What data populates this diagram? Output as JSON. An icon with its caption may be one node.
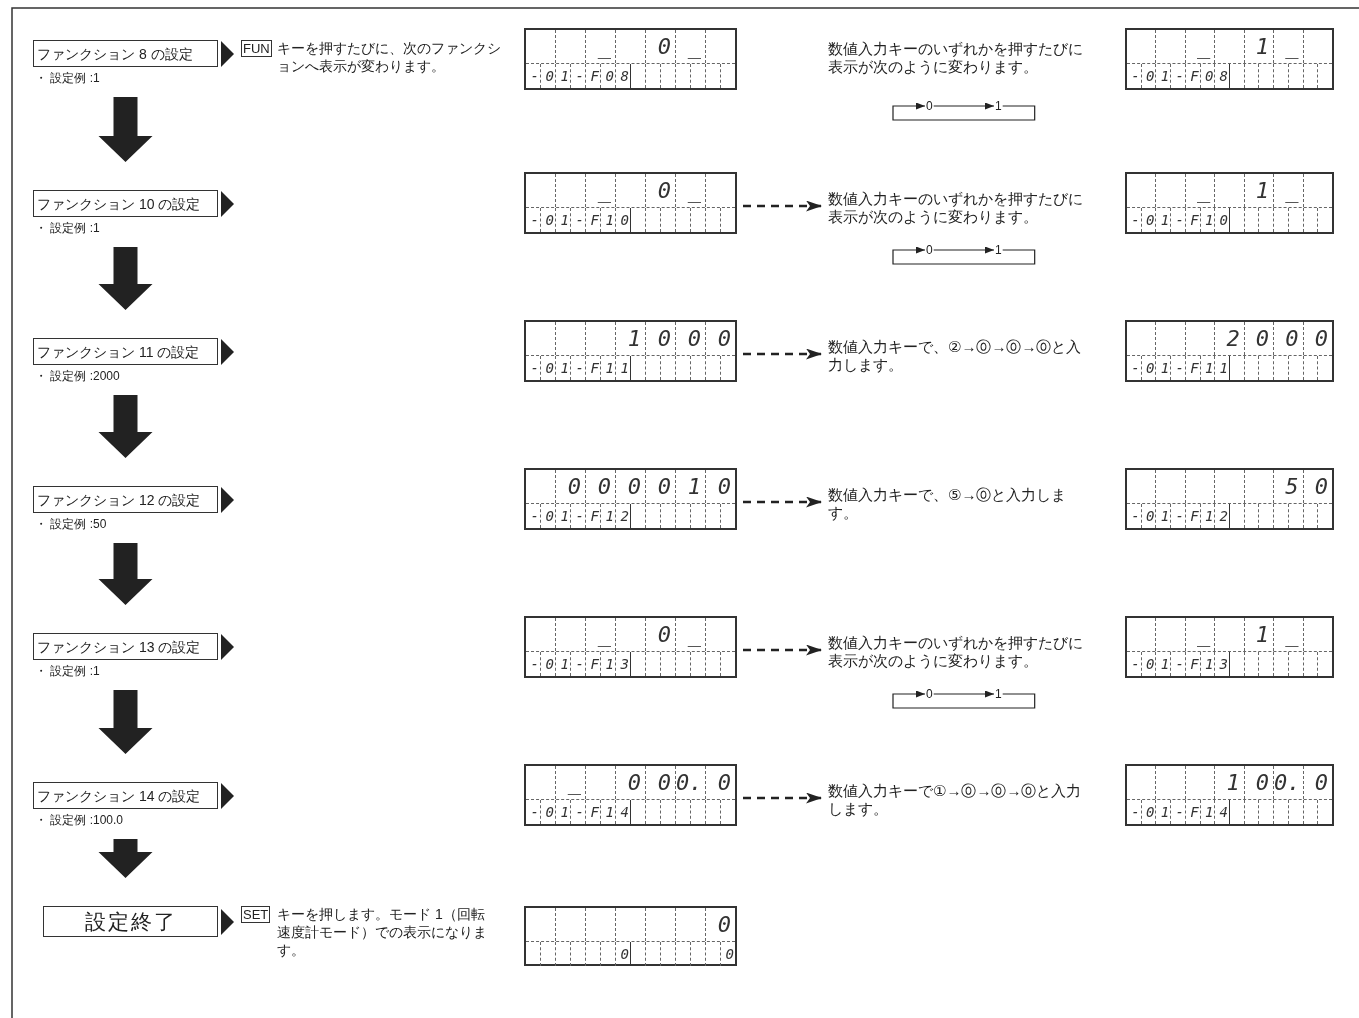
{
  "diagram": {
    "nodes": [
      {
        "text": [
          "ファンクション 8 の設定"
        ],
        "beside": [
          "・ 設定例 :1"
        ]
      },
      {
        "text": [
          "  _  0 _ ",
          "- 0 1 - F 0 8"
        ]
      },
      {
        "text": [
          "数値入力キーのいずれかを押すたびに表示が次のように変わります。"
        ]
      },
      {
        "text": [
          "0"
        ]
      },
      {
        "text": [
          "1"
        ]
      },
      {
        "text": [
          "  _  1 _ ",
          "- 0 1 - F 0 8"
        ]
      },
      {
        "text": [
          "ファンクション 10 の設定"
        ],
        "beside": [
          "・ 設定例 :1"
        ]
      },
      {
        "text": [
          "  _  0 _ ",
          "- 0 1 - F 1 0"
        ]
      },
      {
        "text": [
          "数値入力キーのいずれかを押すたびに表示が次のように変わります。"
        ]
      },
      {
        "text": [
          "0"
        ]
      },
      {
        "text": [
          "1"
        ]
      },
      {
        "text": [
          "  _  1 _ ",
          "- 0 1 - F 1 0"
        ]
      },
      {
        "text": [
          "ファンクション 11 の設定"
        ],
        "beside": [
          "・ 設定例 :2000"
        ]
      },
      {
        "text": [
          "   1 0 0 0",
          "- 0 1 - F 1 1"
        ]
      },
      {
        "text": [
          "数値入力キーで、②→⓪→⓪→⓪と入力します。"
        ]
      },
      {
        "text": [
          "   2 0 0 0",
          "- 0 1 - F 1 1"
        ]
      },
      {
        "text": [
          "ファンクション 12 の設定"
        ],
        "beside": [
          "・ 設定例 :50"
        ]
      },
      {
        "text": [
          " 0 0 0 0 1 0",
          "- 0 1 - F 1 2"
        ]
      },
      {
        "text": [
          "数値入力キーで、⑤→⓪と入力します。"
        ]
      },
      {
        "text": [
          "     5 0",
          "- 0 1 - F 1 2"
        ]
      },
      {
        "text": [
          "ファンクション 13 の設定"
        ],
        "beside": [
          "・ 設定例 :1"
        ]
      },
      {
        "text": [
          "  _  0 _ ",
          "- 0 1 - F 1 3"
        ]
      },
      {
        "text": [
          "数値入力キーのいずれかを押すたびに表示が次のように変わります。"
        ]
      },
      {
        "text": [
          "0"
        ]
      },
      {
        "text": [
          "1"
        ]
      },
      {
        "text": [
          "  _  1 _ ",
          "- 0 1 - F 1 3"
        ]
      },
      {
        "text": [
          "ファンクション 14 の設定"
        ],
        "beside": [
          "・ 設定例 :100.0"
        ]
      },
      {
        "text": [
          " _  0 0 0. 0",
          "- 0 1 - F 1 4"
        ]
      },
      {
        "text": [
          "数値入力キーで①→⓪→⓪→⓪と入力します。"
        ]
      },
      {
        "text": [
          "   1 0 0. 0",
          "- 0 1 - F 1 4"
        ]
      },
      {
        "text": [
          "設定終了"
        ]
      },
      {
        "text": [
          "      0",
          "      0       0"
        ]
      }
    ],
    "edges": [
      {
        "from": 0,
        "to": 6,
        "arrow": "to",
        "style": "thick"
      },
      {
        "from": 6,
        "to": 12,
        "arrow": "to",
        "style": "thick"
      },
      {
        "from": 12,
        "to": 16,
        "arrow": "to",
        "style": "thick"
      },
      {
        "from": 16,
        "to": 20,
        "arrow": "to",
        "style": "thick"
      },
      {
        "from": 20,
        "to": 26,
        "arrow": "to",
        "style": "thick"
      },
      {
        "from": 26,
        "to": 30,
        "arrow": "to",
        "style": "thick"
      },
      {
        "from": 7,
        "to": 8,
        "arrow": "to",
        "style": "dashed"
      },
      {
        "from": 13,
        "to": 14,
        "arrow": "to",
        "style": "dashed"
      },
      {
        "from": 17,
        "to": 18,
        "arrow": "to",
        "style": "dashed"
      },
      {
        "from": 21,
        "to": 22,
        "arrow": "to",
        "style": "dashed"
      },
      {
        "from": 27,
        "to": 28,
        "arrow": "to",
        "style": "dashed"
      },
      {
        "from": 3,
        "to": 4,
        "arrow": "to"
      },
      {
        "from": 4,
        "to": 3,
        "arrow": "to"
      },
      {
        "from": 9,
        "to": 10,
        "arrow": "to"
      },
      {
        "from": 10,
        "to": 9,
        "arrow": "to"
      },
      {
        "from": 23,
        "to": 24,
        "arrow": "to"
      },
      {
        "from": 24,
        "to": 23,
        "arrow": "to"
      }
    ],
    "labels": [
      "FUN",
      "キーを押すたびに、次のファンクションへ表示が変わります。",
      "SET",
      "キーを押します。モード 1（回転速度計モード）での表示になります。"
    ]
  }
}
